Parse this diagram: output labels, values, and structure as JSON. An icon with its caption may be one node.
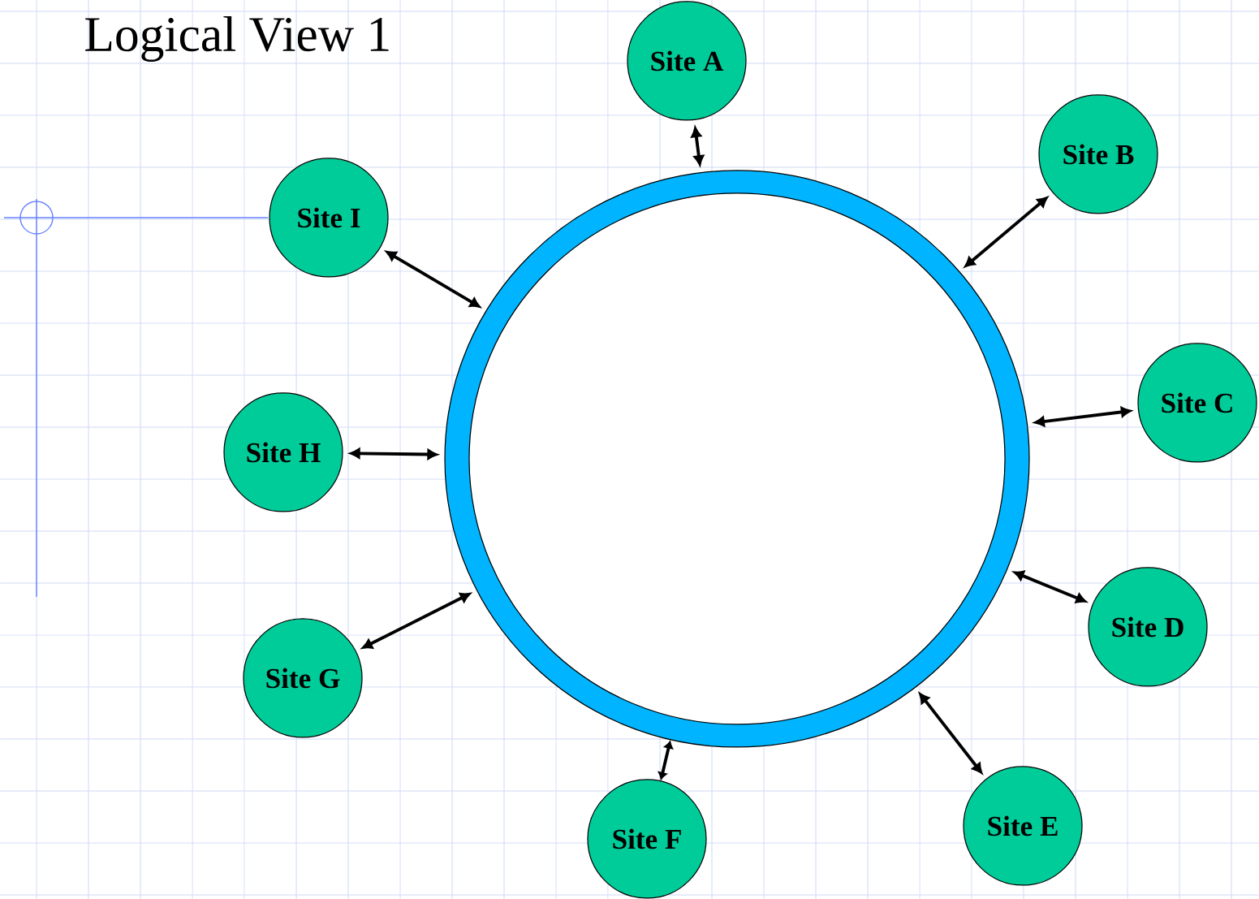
{
  "diagram": {
    "title": "Logical View 1",
    "nodes": [
      {
        "text": [],
        "shape": "circle"
      },
      {
        "text": [
          "Site A"
        ]
      },
      {
        "text": [
          "Site B"
        ]
      },
      {
        "text": [
          "Site C"
        ]
      },
      {
        "text": [
          "Site D"
        ]
      },
      {
        "text": [
          "Site E"
        ]
      },
      {
        "text": [
          "Site F"
        ]
      },
      {
        "text": [
          "Site G"
        ]
      },
      {
        "text": [
          "Site H"
        ]
      },
      {
        "text": [
          "Site I"
        ]
      }
    ],
    "edges": [
      {
        "from": 1,
        "to": 0,
        "arrow": "both"
      },
      {
        "from": 2,
        "to": 0,
        "arrow": "both"
      },
      {
        "from": 3,
        "to": 0,
        "arrow": "both"
      },
      {
        "from": 4,
        "to": 0,
        "arrow": "both"
      },
      {
        "from": 5,
        "to": 0,
        "arrow": "both"
      },
      {
        "from": 6,
        "to": 0,
        "arrow": "both"
      },
      {
        "from": 7,
        "to": 0,
        "arrow": "both"
      },
      {
        "from": 8,
        "to": 0,
        "arrow": "both"
      },
      {
        "from": 9,
        "to": 0,
        "arrow": "both"
      }
    ]
  }
}
